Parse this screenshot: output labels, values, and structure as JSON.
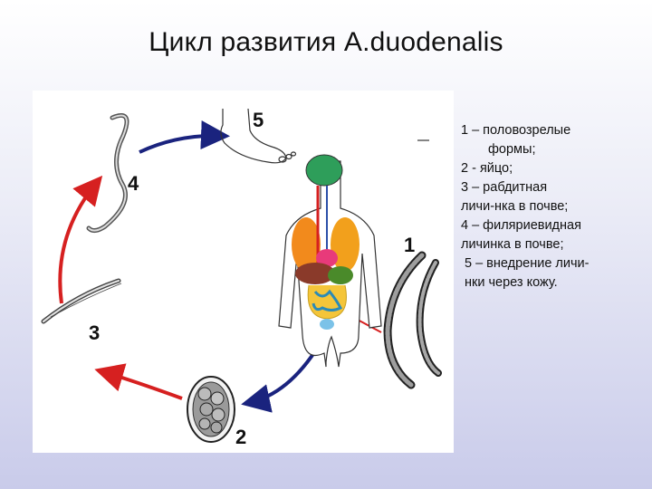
{
  "title": "Цикл развития A.duodenalis",
  "labels": {
    "n1": "1",
    "n2": "2",
    "n3": "3",
    "n4": "4",
    "n5": "5"
  },
  "legend": [
    "1 – половозрелые",
    "формы;",
    "2 -  яйцо;",
    "3 – рабдитная",
    "личи-нка в почве;",
    "4 – филяриевидная",
    "личинка в почве;",
    " 5 – внедрение личи-",
    " нки через кожу."
  ],
  "colors": {
    "arrow_blue": "#1a237e",
    "arrow_red": "#d62020",
    "background_top": "#ffffff",
    "background_bottom": "#c9cbea"
  },
  "icons": [
    "foot-icon",
    "human-anatomy-icon",
    "adult-worm-icon",
    "egg-icon",
    "rhabditiform-larva-icon",
    "filariform-larva-icon"
  ]
}
